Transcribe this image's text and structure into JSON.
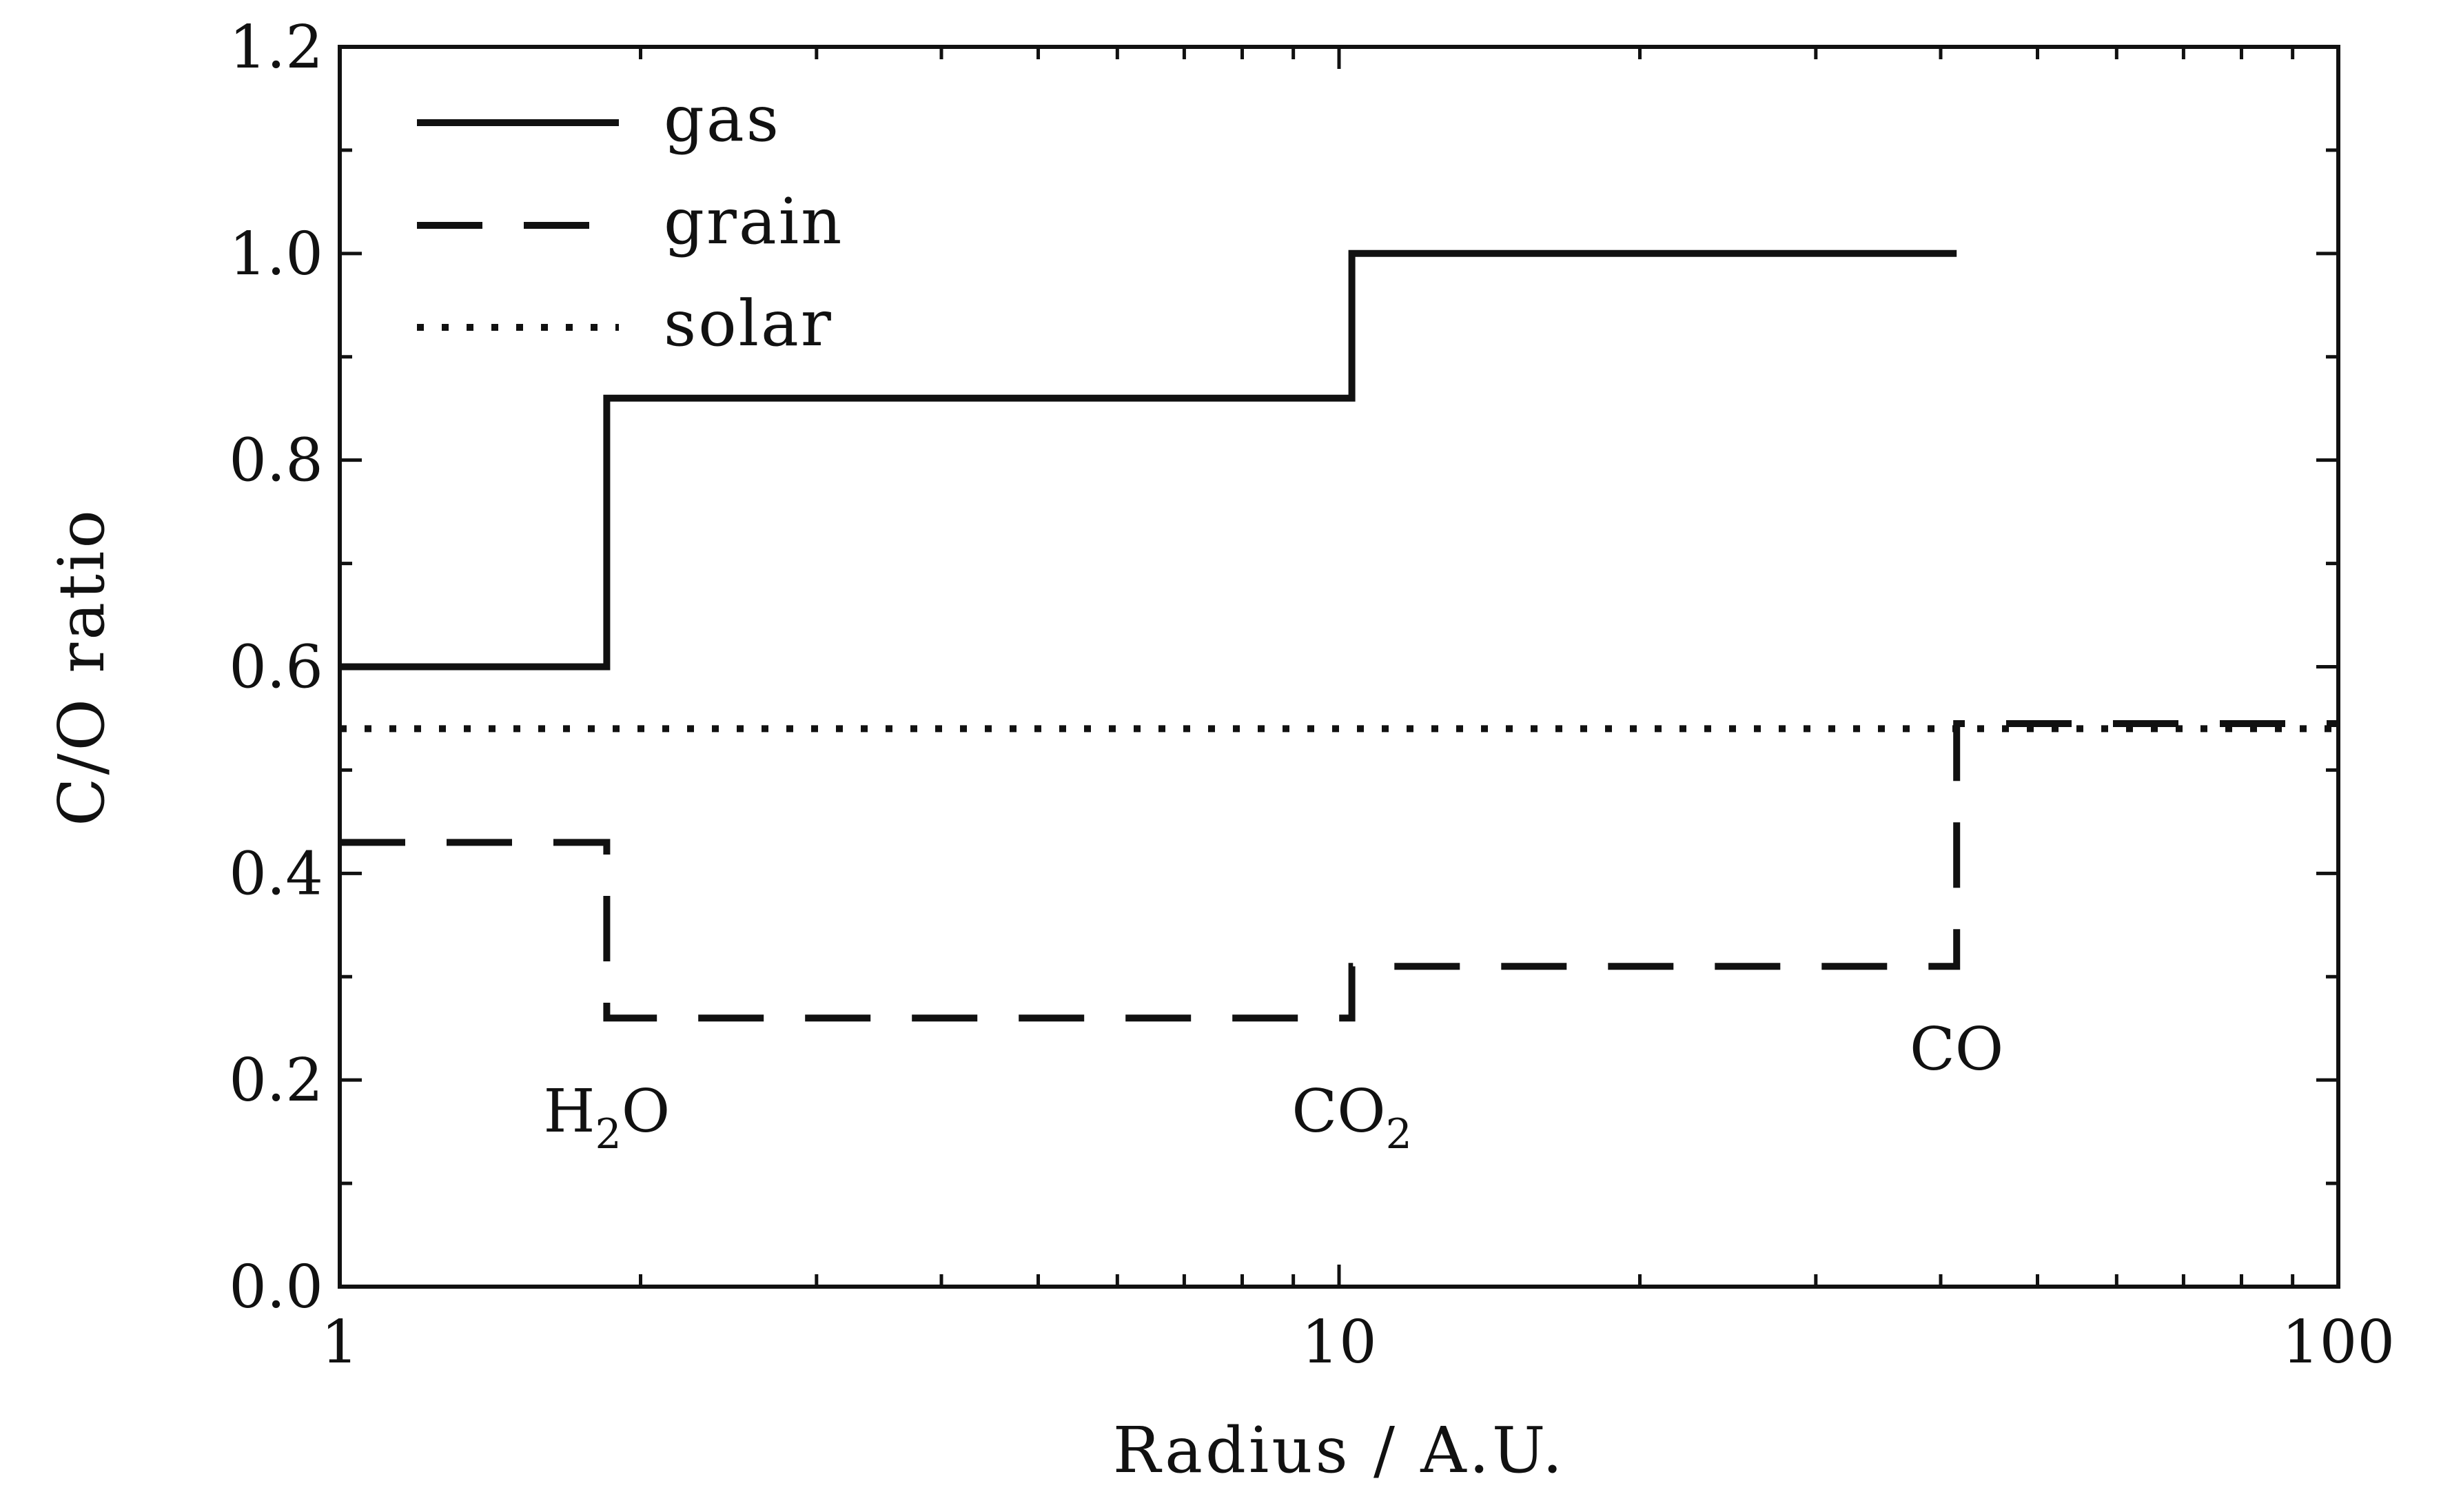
{
  "chart_data": {
    "type": "line",
    "title": "",
    "xlabel": "Radius / A.U.",
    "ylabel": "C/O ratio",
    "xscale": "log",
    "xlim": [
      1,
      100
    ],
    "ylim": [
      0.0,
      1.2
    ],
    "xticks": [
      {
        "value": 1,
        "label": "1"
      },
      {
        "value": 10,
        "label": "10"
      },
      {
        "value": 100,
        "label": "100"
      }
    ],
    "yticks": [
      {
        "value": 0.0,
        "label": "0.0"
      },
      {
        "value": 0.2,
        "label": "0.2"
      },
      {
        "value": 0.4,
        "label": "0.4"
      },
      {
        "value": 0.6,
        "label": "0.6"
      },
      {
        "value": 0.8,
        "label": "0.8"
      },
      {
        "value": 1.0,
        "label": "1.0"
      },
      {
        "value": 1.2,
        "label": "1.2"
      }
    ],
    "grid": false,
    "legend_position": "top-left",
    "series": [
      {
        "name": "gas",
        "style": "solid",
        "x": [
          1,
          1.85,
          1.85,
          10.3,
          10.3,
          41.5
        ],
        "y": [
          0.6,
          0.6,
          0.86,
          0.86,
          1.0,
          1.0
        ]
      },
      {
        "name": "grain",
        "style": "dashed",
        "x": [
          1,
          1.85,
          1.85,
          10.3,
          10.3,
          41.5,
          41.5,
          100
        ],
        "y": [
          0.43,
          0.43,
          0.26,
          0.26,
          0.31,
          0.31,
          0.545,
          0.545
        ]
      },
      {
        "name": "solar",
        "style": "dotted",
        "x": [
          1,
          100
        ],
        "y": [
          0.54,
          0.54
        ]
      }
    ],
    "annotations": [
      {
        "main": "H",
        "sub": "2",
        "tail": "O",
        "x": 1.85,
        "y": 0.15
      },
      {
        "main": "CO",
        "sub": "2",
        "tail": "",
        "x": 10.3,
        "y": 0.15
      },
      {
        "main": "CO",
        "sub": "",
        "tail": "",
        "x": 41.5,
        "y": 0.21
      }
    ]
  }
}
